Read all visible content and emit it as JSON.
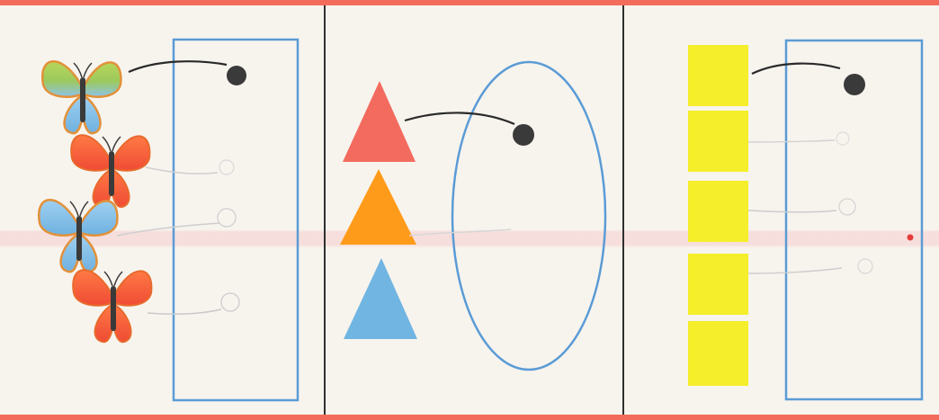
{
  "colors": {
    "frame_border": "#f26b5b",
    "divider": "#2f2f2f",
    "box_outline": "#5b9bd5",
    "dot": "#3a3a3a",
    "connector_line": "#2a2a2a",
    "faint_line": "#c9c9c9",
    "butterfly_green_blue": "#9cc95d",
    "butterfly_blue": "#8ec3ea",
    "butterfly_red": "#f35a3c",
    "triangle_red": "#f36b5f",
    "triangle_orange": "#ff9b1a",
    "triangle_blue": "#71b5e2",
    "square_yellow": "#f5ee2a"
  },
  "panels": [
    {
      "id": "butterflies",
      "items": [
        {
          "kind": "butterfly",
          "colors": [
            "green-blue",
            "blue"
          ]
        },
        {
          "kind": "butterfly",
          "colors": [
            "red"
          ]
        },
        {
          "kind": "butterfly",
          "colors": [
            "blue"
          ]
        },
        {
          "kind": "butterfly",
          "colors": [
            "red"
          ]
        }
      ],
      "target": "rectangle"
    },
    {
      "id": "triangles",
      "items": [
        {
          "kind": "triangle",
          "color": "red"
        },
        {
          "kind": "triangle",
          "color": "orange"
        },
        {
          "kind": "triangle",
          "color": "blue"
        }
      ],
      "target": "ellipse"
    },
    {
      "id": "squares",
      "items": [
        {
          "kind": "square",
          "color": "yellow"
        },
        {
          "kind": "square",
          "color": "yellow"
        },
        {
          "kind": "square",
          "color": "yellow"
        },
        {
          "kind": "square",
          "color": "yellow"
        },
        {
          "kind": "square",
          "color": "yellow"
        }
      ],
      "target": "rectangle"
    }
  ]
}
